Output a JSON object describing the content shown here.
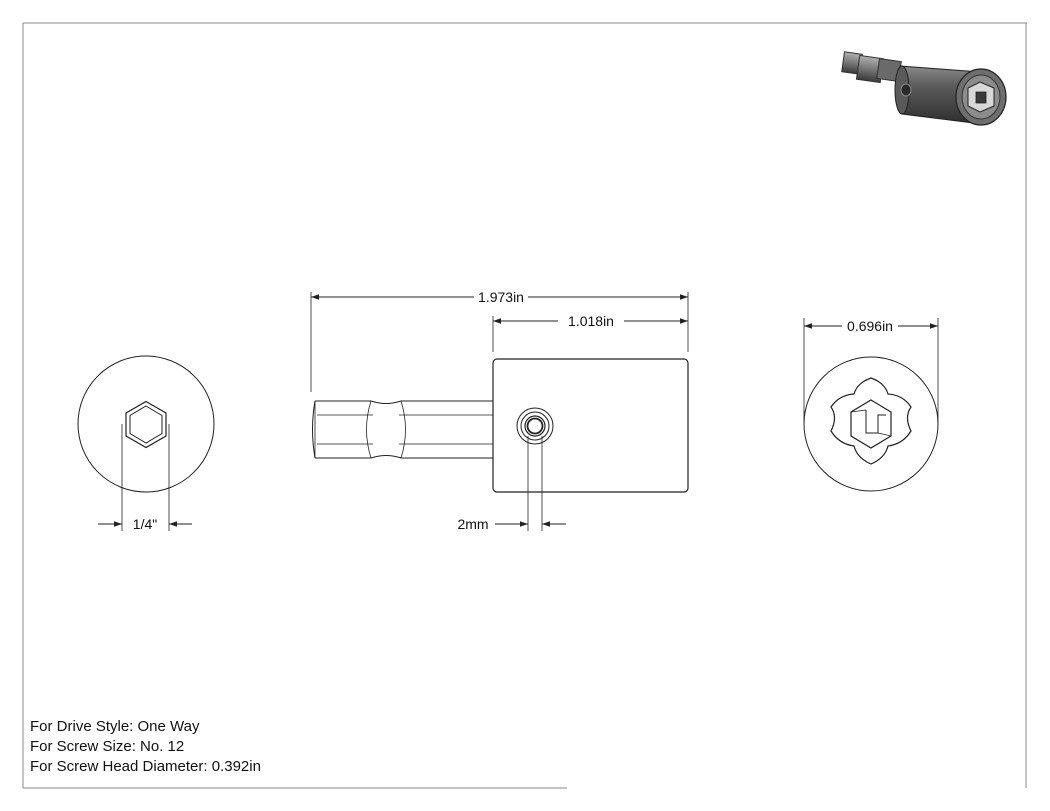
{
  "drawing": {
    "dimensions": {
      "hex_size": "1/4\"",
      "overall_length": "1.973in",
      "body_length": "1.018in",
      "set_screw_hole": "2mm",
      "body_diameter": "0.696in"
    },
    "notes": [
      "For Drive Style: One Way",
      "For Screw Size: No. 12",
      "For Screw Head Diameter: 0.392in"
    ],
    "colors": {
      "line": "#222222",
      "border": "#8a8a8a",
      "iso_body": "#4a4a4a"
    },
    "icons": [
      "isometric-adapter-render"
    ]
  }
}
